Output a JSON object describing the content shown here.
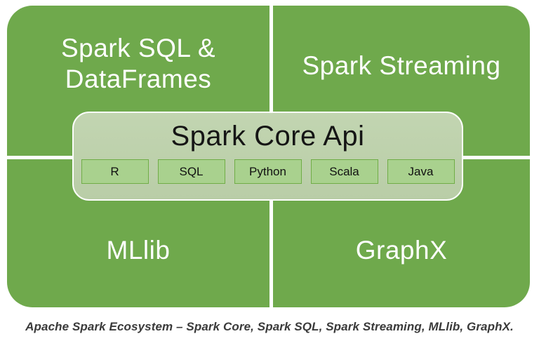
{
  "quadrants": {
    "top_left": {
      "label": "Spark SQL &\nDataFrames"
    },
    "top_right": {
      "label": "Spark Streaming"
    },
    "bottom_left": {
      "label": "MLlib"
    },
    "bottom_right": {
      "label": "GraphX"
    }
  },
  "core": {
    "title": "Spark Core Api",
    "languages": [
      "R",
      "SQL",
      "Python",
      "Scala",
      "Java"
    ]
  },
  "caption": "Apache Spark Ecosystem – Spark Core, Spark SQL, Spark Streaming, MLlib, GraphX.",
  "colors": {
    "quadrant_green": "#6FA94C",
    "core_box_fill": "#BCD0AC",
    "core_box_border": "#FDFEFC",
    "chip_fill": "#A9D18E",
    "chip_border": "#70AD47",
    "quadrant_label": "#FFFFFF",
    "core_title": "#151515",
    "caption_text": "#3A3A3A",
    "page_background": "#FFFFFF"
  }
}
